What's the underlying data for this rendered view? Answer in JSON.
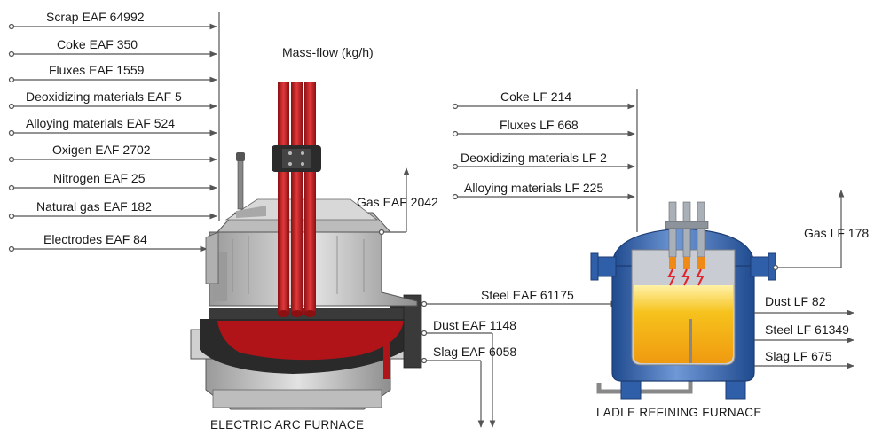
{
  "title": "Mass-flow (kg/h)",
  "eaf": {
    "caption": "ELECTRIC ARC FURNACE",
    "inputs": [
      "Scrap EAF 64992",
      "Coke EAF 350",
      "Fluxes EAF 1559",
      "Deoxidizing materials EAF 5",
      "Alloying materials EAF 524",
      "Oxigen EAF 2702",
      "Nitrogen EAF 25",
      "Natural gas EAF 182",
      "Electrodes EAF 84"
    ],
    "gas": "Gas EAF 2042",
    "steel": "Steel EAF 61175",
    "dust": "Dust EAF 1148",
    "slag": "Slag EAF 6058"
  },
  "lf": {
    "caption": "LADLE REFINING FURNACE",
    "inputs": [
      "Coke LF 214",
      "Fluxes LF 668",
      "Deoxidizing materials LF 2",
      "Alloying materials LF 225"
    ],
    "gas": "Gas LF 178",
    "outputs": [
      "Dust LF 82",
      "Steel LF 61349",
      "Slag LF 675"
    ]
  },
  "colors": {
    "line": "#555555",
    "furnace_grey": "#c8c8c8",
    "furnace_dark": "#2a2a2a",
    "electrode_red": "#c0161a",
    "molten_red": "#b01418",
    "ladle_blue": "#2f5fa8",
    "ladle_blue_light": "#6f98d6",
    "melt_yellow": "#f6c21c"
  }
}
